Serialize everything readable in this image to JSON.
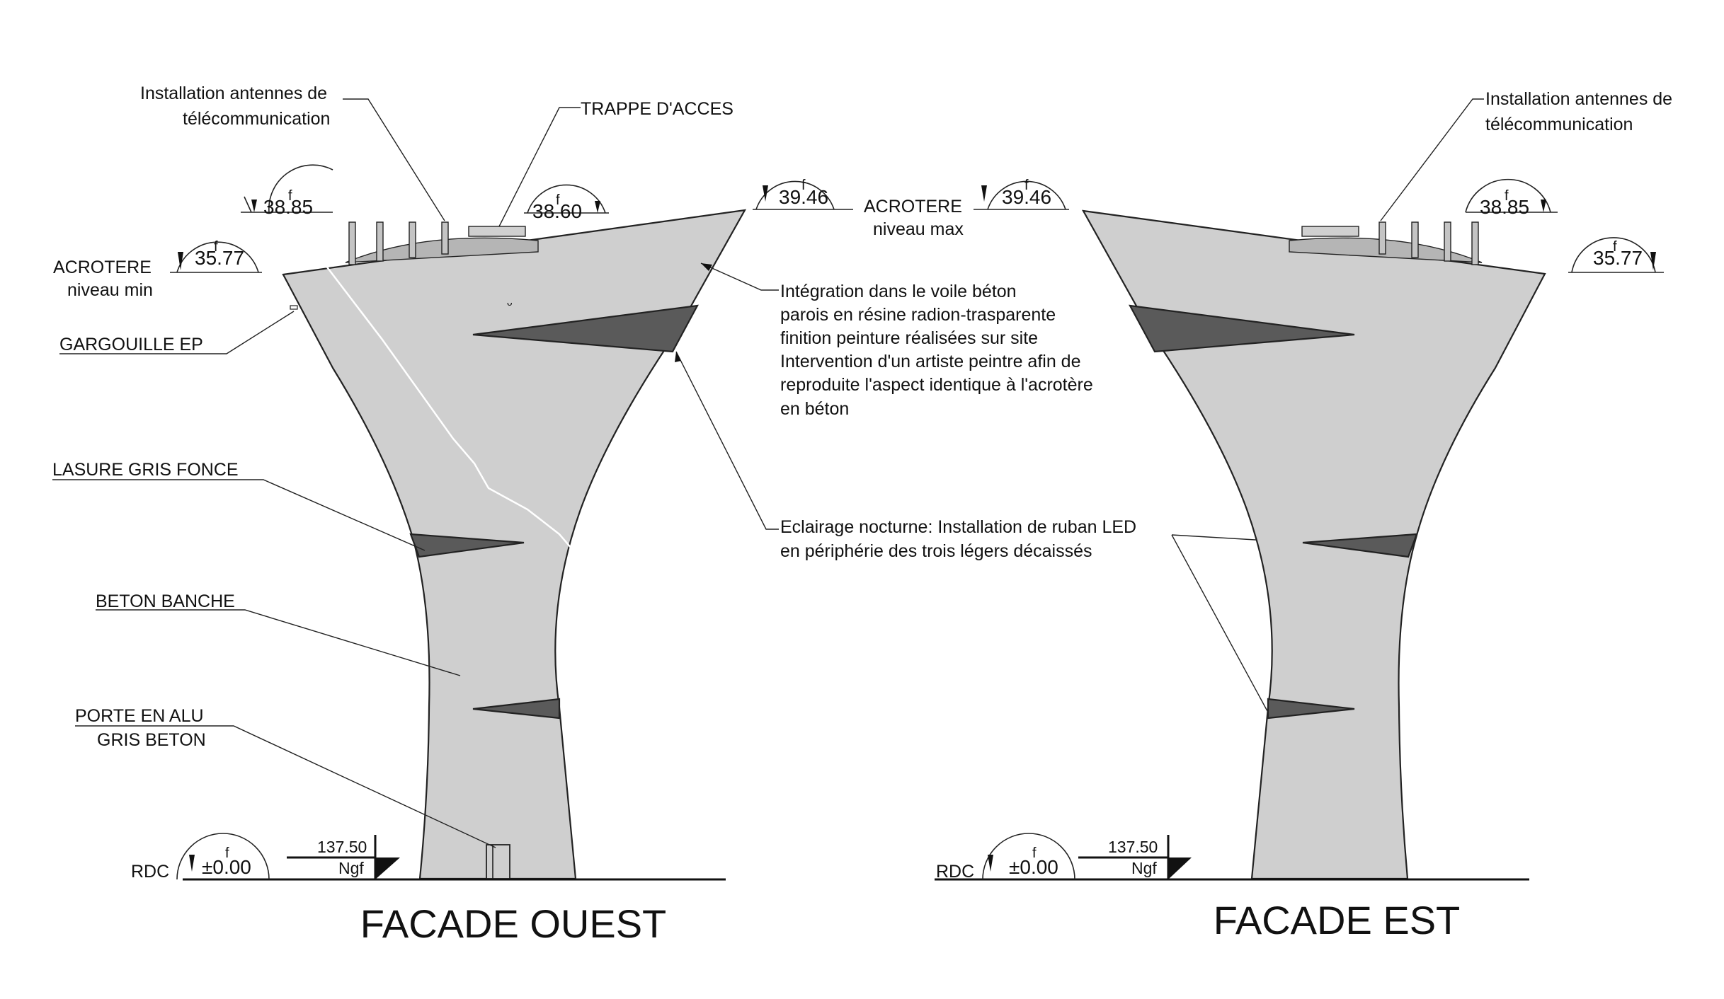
{
  "colors": {
    "concrete": "#cfcfcf",
    "dark_grey": "#5a5a5a",
    "line": "#222222",
    "antenna": "#c4c4c4"
  },
  "west": {
    "title": "FACADE OUEST",
    "labels": {
      "antennas_1": "Installation antennes de",
      "antennas_2": "télécommunication",
      "hatch": "TRAPPE D'ACCES",
      "acrotere_min_1": "ACROTERE",
      "acrotere_min_2": "niveau min",
      "gargouille": "GARGOUILLE EP",
      "lasure": "LASURE GRIS FONCE",
      "beton": "BETON BANCHE",
      "porte_1": "PORTE EN ALU",
      "porte_2": "GRIS BETON",
      "rdc": "RDC"
    },
    "levels": {
      "l3885": "38.85",
      "l3860": "38.60",
      "l3577": "35.77",
      "l3946": "39.46",
      "l000": "±0.00"
    },
    "ngf_value": "137.50",
    "ngf_label": "Ngf"
  },
  "center": {
    "acrotere_max_1": "ACROTERE",
    "acrotere_max_2": "niveau max",
    "note_integration": [
      "Intégration dans le voile béton",
      "parois en résine radion-trasparente",
      "finition peinture réalisées sur site",
      "Intervention d'un artiste peintre afin de",
      "reproduite l'aspect identique à l'acrotère",
      "en béton"
    ],
    "note_led": [
      "Eclairage nocturne: Installation de ruban LED",
      "en périphérie des trois légers décaissés"
    ]
  },
  "east": {
    "title": "FACADE EST",
    "labels": {
      "antennas_1": "Installation antennes de",
      "antennas_2": "télécommunication",
      "rdc": "RDC"
    },
    "levels": {
      "l3946": "39.46",
      "l3885": "38.85",
      "l3577": "35.77",
      "l000": "±0.00"
    },
    "ngf_value": "137.50",
    "ngf_label": "Ngf"
  },
  "level_marker": "f"
}
